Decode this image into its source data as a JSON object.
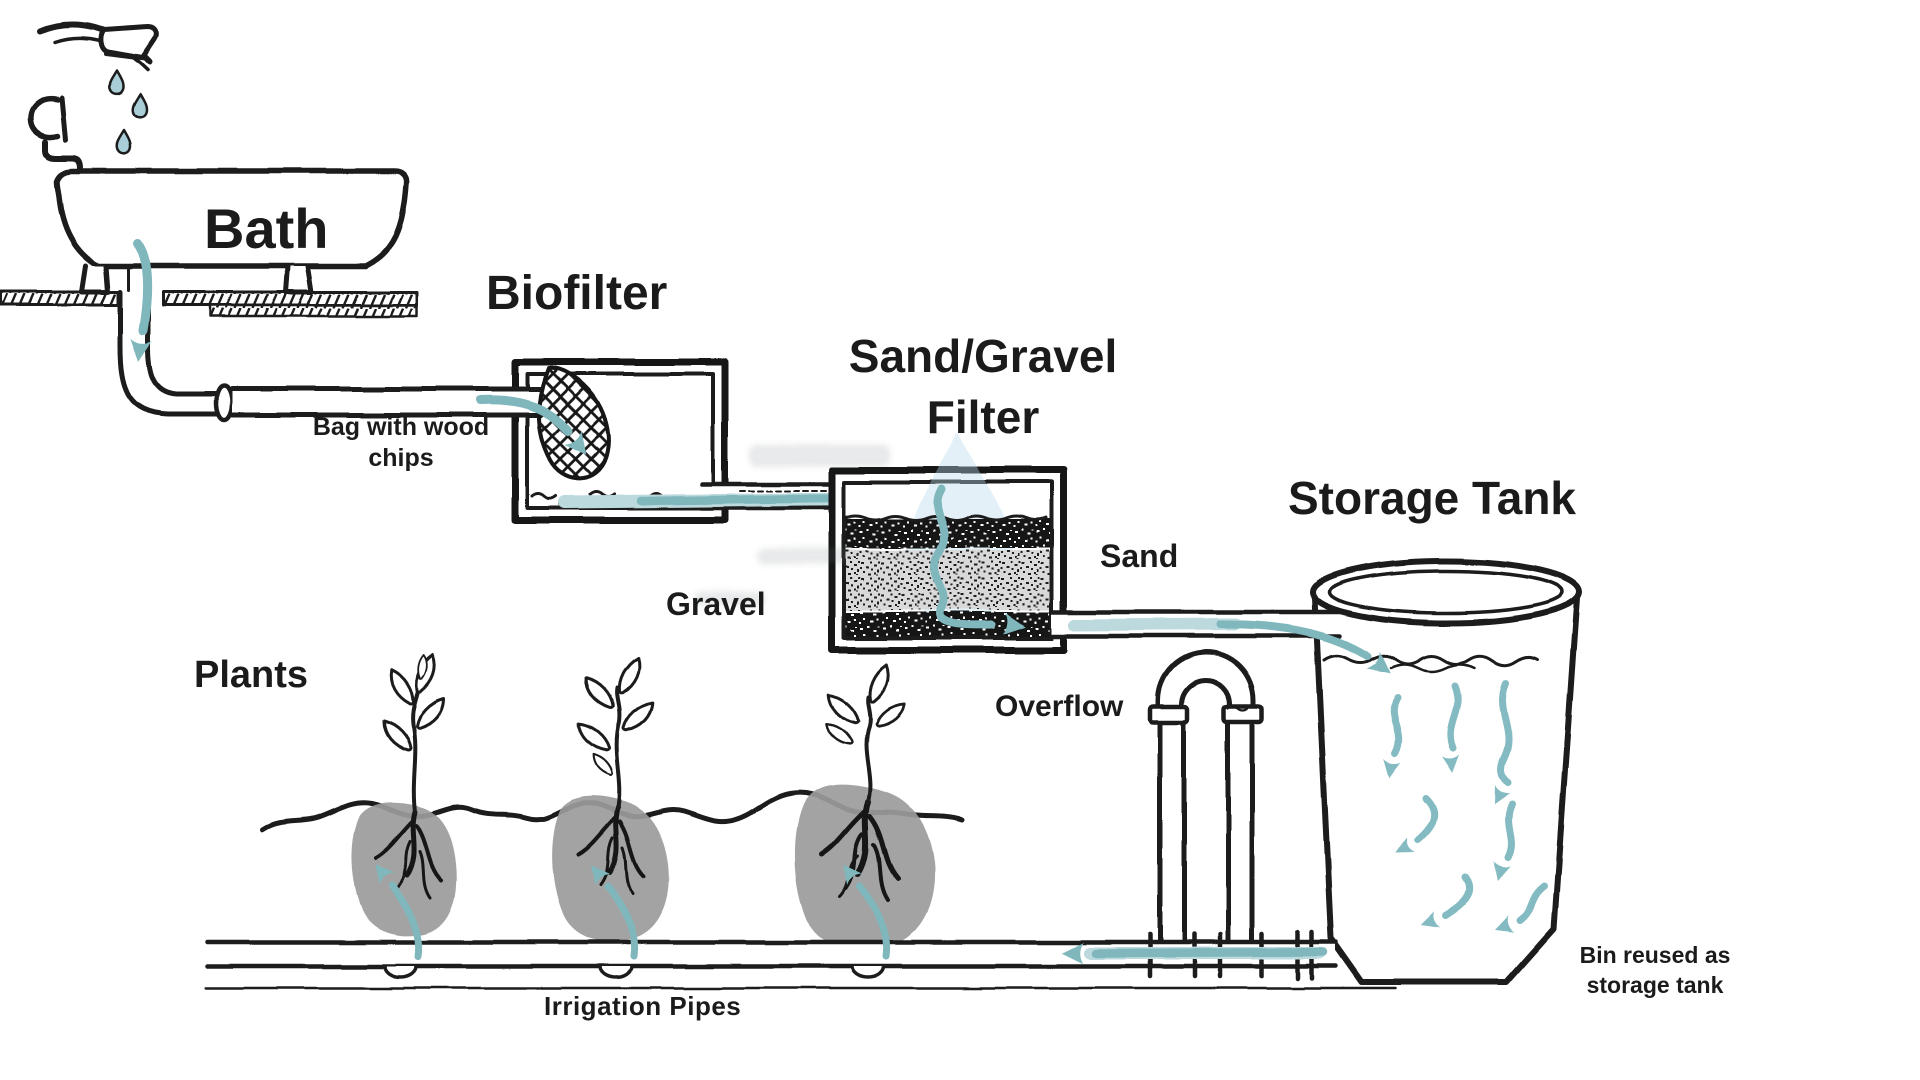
{
  "labels": {
    "bath": "Bath",
    "biofilter": "Biofilter",
    "bag_with_wood_chips": [
      "Bag with wood",
      "chips"
    ],
    "sand_gravel_filter": [
      "Sand/Gravel",
      "Filter"
    ],
    "sand": "Sand",
    "gravel": "Gravel",
    "storage_tank": "Storage Tank",
    "overflow": "Overflow",
    "plants": "Plants",
    "irrigation_pipes": "Irrigation Pipes",
    "bin_reused": [
      "Bin reused as",
      "storage tank"
    ]
  },
  "colors": {
    "ink": "#1c1c1c",
    "water_flow": "#7fb7bd",
    "water_drop": "#a9ced8",
    "root_soil": "#9b9b9b",
    "watermark_blue": "#b8d9ec",
    "background": "#ffffff"
  },
  "figure_elements": [
    "shower head with falling drops",
    "faucet",
    "bathtub on hatched floor",
    "drain trap pipe",
    "biofilter box with hanging wood-chip bag",
    "sand/gravel filter box with layered media",
    "storage tank (reused bin) with water line and flow arrows",
    "overflow loop pipe",
    "irrigation pipe feeding three plants with root balls"
  ]
}
